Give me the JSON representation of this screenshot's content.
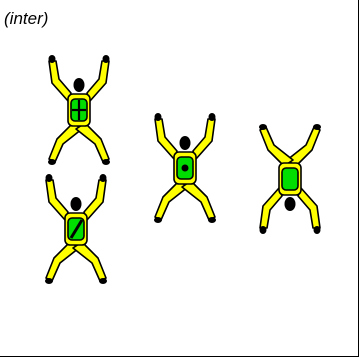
{
  "title": "(inter)",
  "colors": {
    "suit": "#ffff00",
    "harness": "#00dd00",
    "outline": "#000000",
    "background": "#ffffff"
  },
  "figures": [
    {
      "name": "skydiver-1",
      "orientation": "head-up",
      "marking": "cross"
    },
    {
      "name": "skydiver-2",
      "orientation": "head-up",
      "marking": "diagonal-slash"
    },
    {
      "name": "skydiver-3",
      "orientation": "head-up",
      "marking": "dot"
    },
    {
      "name": "skydiver-4",
      "orientation": "head-down",
      "marking": "none"
    }
  ]
}
